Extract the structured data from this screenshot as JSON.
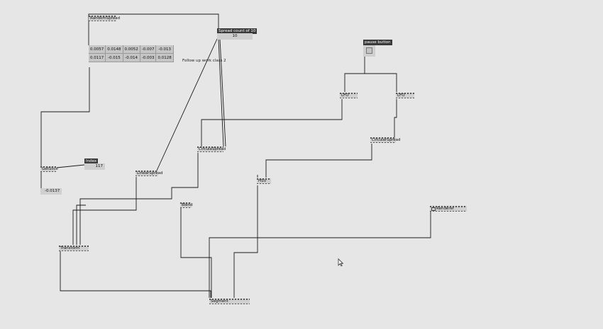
{
  "nodes": {
    "random_spread": "RandomSpread",
    "spread_count": "Spread count of 10",
    "pause_button": "pause button",
    "lfo_1": "LFO",
    "lfo_2": "LFO",
    "circular_spread_1": "CirculaSpread",
    "circular_spread_2": "CircularSpread",
    "get_slice": "GetSlice",
    "index": "Index",
    "linear_spread": "LinearSpread",
    "hsv": "HSV",
    "blend": "Blend",
    "transform": "Transform",
    "segment": "Segment",
    "renderer": "Renderer"
  },
  "values": {
    "spread_count_value": "10",
    "index_value": "117",
    "get_slice_output": "-0.0137"
  },
  "comment": "Follow up work class 2",
  "random_values": [
    [
      "0.0057",
      "0.0148",
      "0.0052",
      "-0.007",
      "-0.013"
    ],
    [
      "0.0117",
      "-0.015",
      "-0.014",
      "-0.003",
      "0.0128"
    ]
  ],
  "colors": {
    "background": "#e6e6e6",
    "node": "#cfcfcf",
    "dark_label": "#3a3a3a",
    "wire": "#1a1a1a"
  },
  "icons": [
    "mouse-cursor-icon",
    "renderer-window-icon",
    "toggle-square-icon"
  ]
}
